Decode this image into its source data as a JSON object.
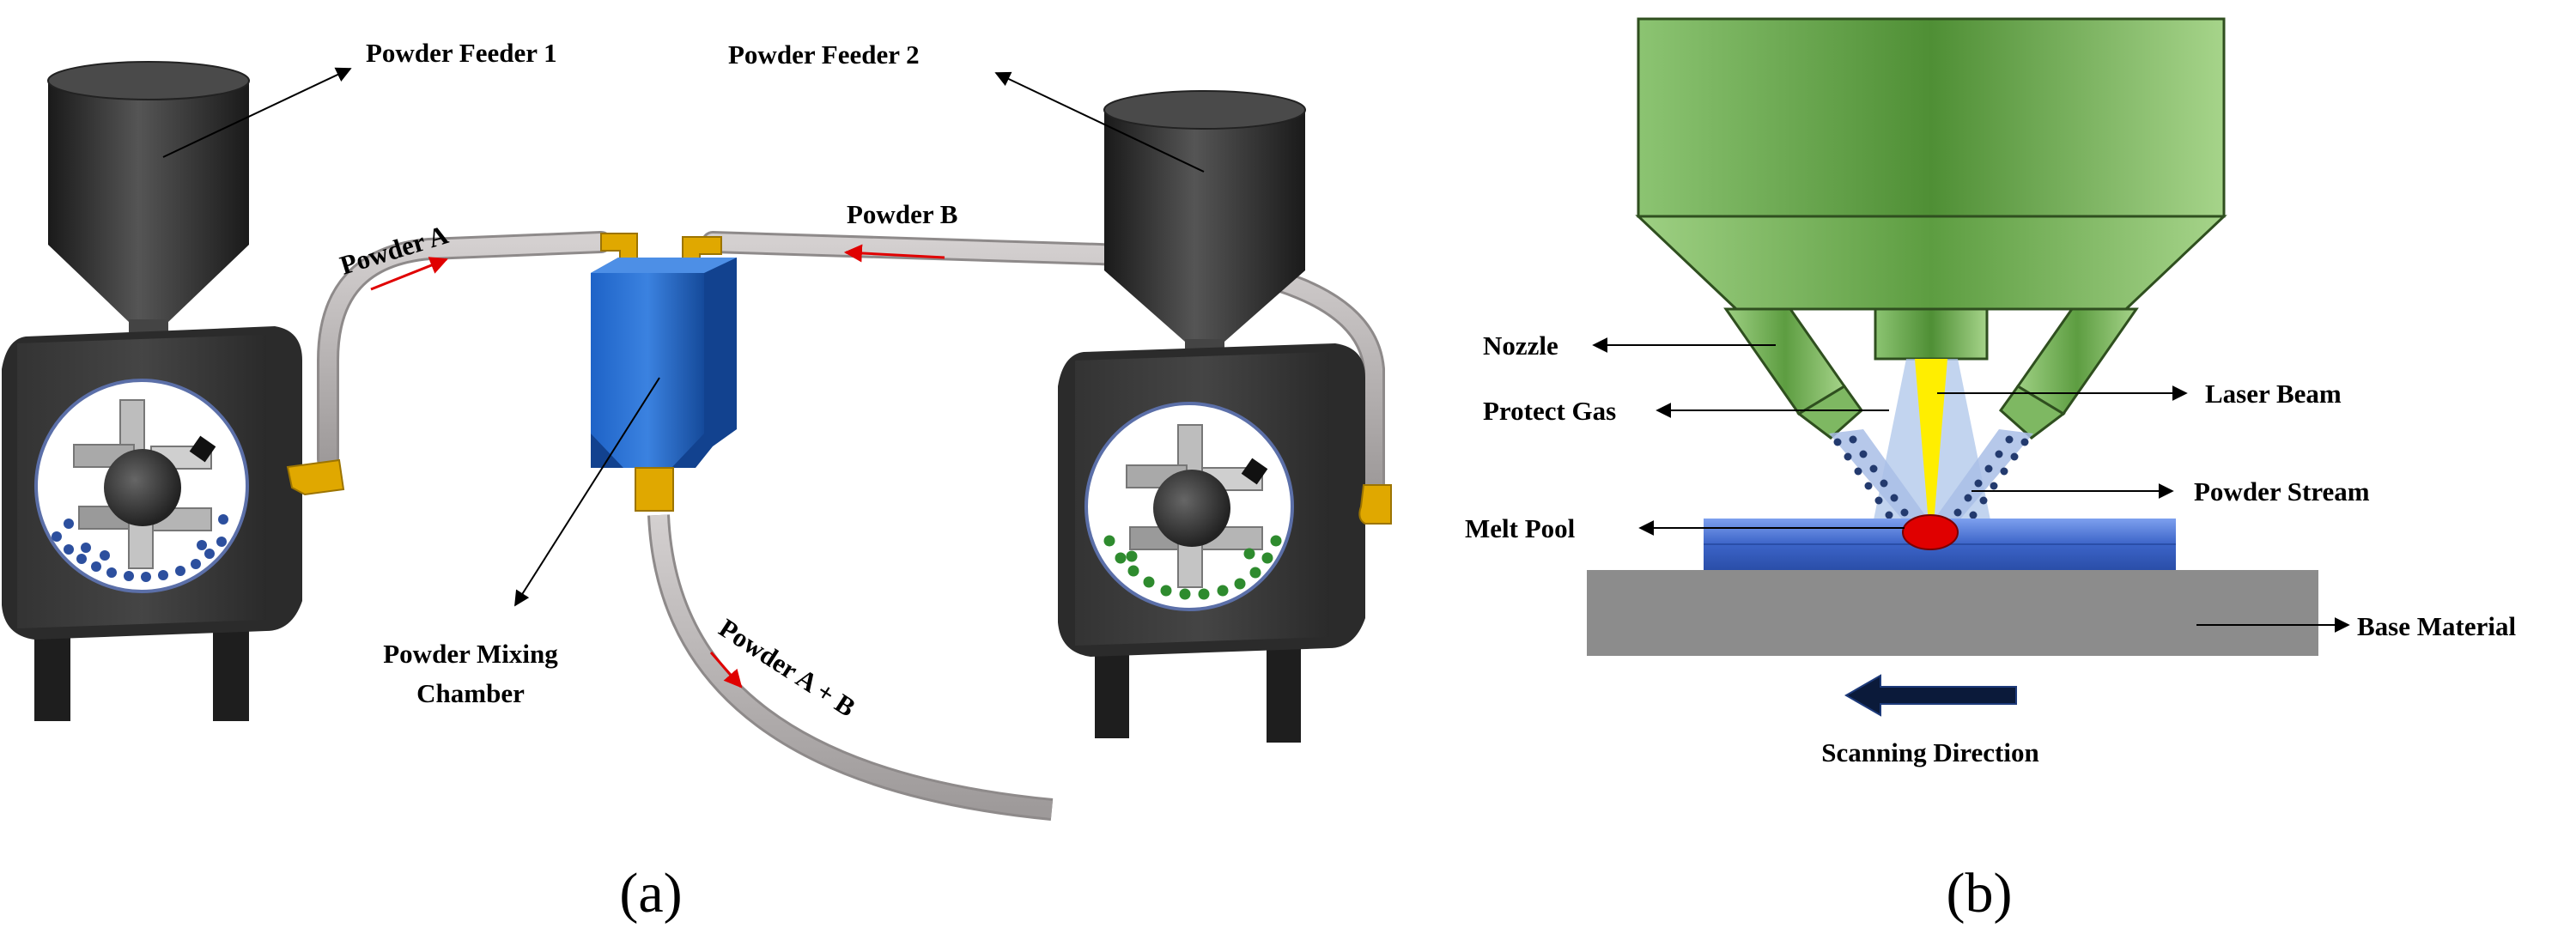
{
  "panel_a": {
    "caption": "(a)",
    "labels": {
      "feeder1": "Powder Feeder 1",
      "feeder2": "Powder Feeder 2",
      "powder_a": "Powder A",
      "powder_b": "Powder B",
      "powder_ab": "Powder A + B",
      "mixing_line1": "Powder Mixing",
      "mixing_line2": "Chamber"
    }
  },
  "panel_b": {
    "caption": "(b)",
    "labels": {
      "nozzle": "Nozzle",
      "protect_gas": "Protect Gas",
      "laser_beam": "Laser Beam",
      "powder_stream": "Powder Stream",
      "melt_pool": "Melt Pool",
      "base_material": "Base Material",
      "scanning_direction": "Scanning Direction"
    }
  },
  "colors": {
    "feeder_body": "#2b2b2b",
    "tube": "#b8b4b4",
    "fitting": "#e0a800",
    "mixing_chamber": "#1f5fbf",
    "powder_a_dots": "#2c4f9e",
    "powder_b_dots": "#2e8b2e",
    "laser_head": "#6fae4c",
    "laser_beam": "#ffee00",
    "substrate_layer": "#3d63c9",
    "base": "#8c8c8c",
    "melt_pool": "#e00000",
    "flow_arrow": "#e00000"
  }
}
